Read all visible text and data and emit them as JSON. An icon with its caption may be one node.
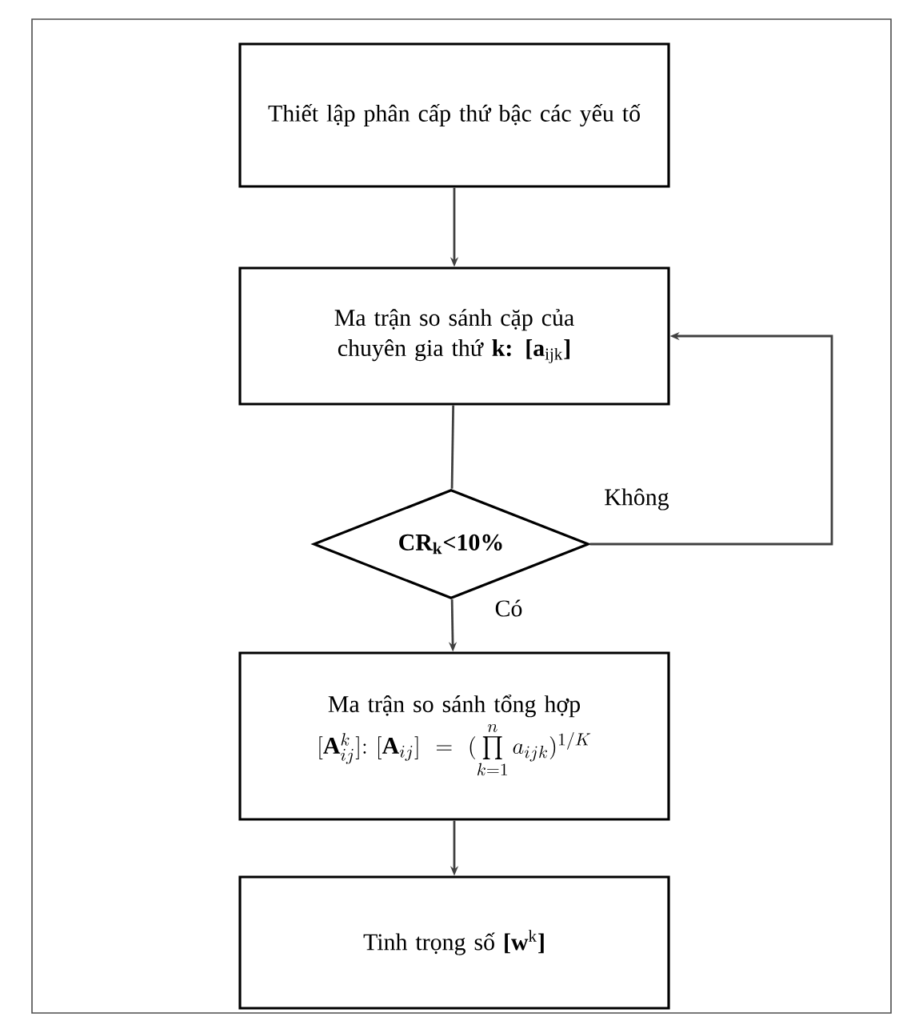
{
  "diagram": {
    "nodes": [
      {
        "text": [
          "Thiết lập phân cấp thứ bậc các yếu tố"
        ]
      },
      {
        "text": [
          "Ma trận so sánh cặp của chuyên gia thứ **k: [a**$_{ijk}$**]**"
        ]
      },
      {
        "text": [
          "CR$_{k}$<10%"
        ]
      },
      {
        "text": [
          "Ma trận so sánh tổng hợp",
          "[\\mathbf{A}_{ij}^{k}]\\mathbf{:}\\ [\\mathbf{A}_{ij}]=(\\prod\\limits_{k=1}^{n} a_{ijk})^{1/K}"
        ]
      },
      {
        "text": [
          "Tinh trọng số **[w**$^{k}$**]**"
        ]
      }
    ],
    "edges": [
      {
        "from": 0,
        "to": 1,
        "arrow": "to"
      },
      {
        "from": 1,
        "to": 2,
        "arrow": "none"
      },
      {
        "from": 2,
        "to": 1,
        "arrow": "to",
        "label": "Không"
      },
      {
        "from": 2,
        "to": 3,
        "arrow": "to",
        "label": "Có"
      },
      {
        "from": 3,
        "to": 4,
        "arrow": "to"
      }
    ]
  }
}
